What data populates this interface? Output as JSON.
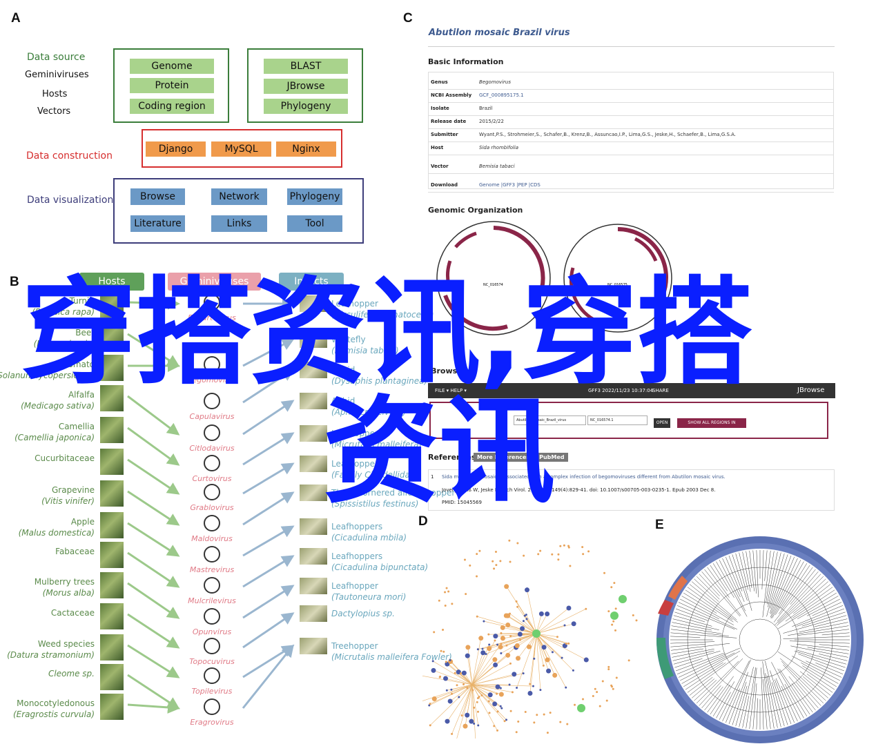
{
  "panel_labels": {
    "a": "A",
    "b": "B",
    "c": "C",
    "d": "D",
    "e": "E"
  },
  "panel_a": {
    "data_source": {
      "title": "Data source",
      "items": [
        "Geminiviruses",
        "Hosts",
        "Vectors"
      ]
    },
    "source_box1": [
      "Genome",
      "Protein",
      "Coding region"
    ],
    "source_box2": [
      "BLAST",
      "JBrowse",
      "Phylogeny"
    ],
    "data_construction": {
      "title": "Data construction",
      "items": [
        "Django",
        "MySQL",
        "Nginx"
      ]
    },
    "data_visualization": {
      "title": "Data visualization",
      "items": [
        "Browse",
        "Network",
        "Phylogeny",
        "Literature",
        "Links",
        "Tool"
      ]
    },
    "colors": {
      "green": "#3a7d3a",
      "red": "#d62e2e",
      "navy": "#3d3d7a",
      "chip_green": "#a9d38c",
      "chip_orange": "#f09a4b",
      "chip_blue": "#6b99c6"
    }
  },
  "panel_b": {
    "headers": {
      "hosts": "Hosts",
      "gemini": "Geminiviruses",
      "insects": "Insects"
    },
    "hosts": [
      {
        "name": "Turnip",
        "latin": "(Brassica rapa)"
      },
      {
        "name": "Beet",
        "latin": "(Beta vulgaris)"
      },
      {
        "name": "Tomato",
        "latin": "(Solanum lycopersicum)"
      },
      {
        "name": "Alfalfa",
        "latin": "(Medicago sativa)"
      },
      {
        "name": "Camellia",
        "latin": "(Camellia japonica)"
      },
      {
        "name": "Cucurbitaceae",
        "latin": ""
      },
      {
        "name": "Grapevine",
        "latin": "(Vitis vinifer)"
      },
      {
        "name": "Apple",
        "latin": "(Malus domestica)"
      },
      {
        "name": "Fabaceae",
        "latin": ""
      },
      {
        "name": "Mulberry trees",
        "latin": "(Morus alba)"
      },
      {
        "name": "Cactaceae",
        "latin": ""
      },
      {
        "name": "Weed species",
        "latin": "(Datura stramonium)"
      },
      {
        "name": "",
        "latin": "Cleome sp."
      },
      {
        "name": "Monocotyledonous",
        "latin": "(Eragrostis curvula)"
      }
    ],
    "viruses": [
      "Becurtovirus",
      "Begomovirus",
      "Capulavirus",
      "Citlodavirus",
      "Curtovirus",
      "Grablovirus",
      "Maldovirus",
      "Mastrevirus",
      "Mulcrilevirus",
      "Opunvirus",
      "Topocuvirus",
      "Topilevirus",
      "Eragrovirus"
    ],
    "insects": [
      {
        "name": "Leafhopper",
        "latin": "(Circulifer haematoceps)"
      },
      {
        "name": "Whitefly",
        "latin": "(Bemisia tabaci)"
      },
      {
        "name": "Aphid",
        "latin": "(Dysaphis plantaginea)"
      },
      {
        "name": "Aphid",
        "latin": "(Aphis craccivora)"
      },
      {
        "name": "Leafhopper",
        "latin": "(Micrutalis malleifera)"
      },
      {
        "name": "Leafhopper",
        "latin": "(Family Cicadellidae)"
      },
      {
        "name": "Three-cornered alfalfa hopper",
        "latin": "(Spissistilus festinus)"
      },
      {
        "name": "Leafhoppers",
        "latin": "(Cicadulina mbila)"
      },
      {
        "name": "Leafhoppers",
        "latin": "(Cicadulina bipunctata)"
      },
      {
        "name": "Leafhopper",
        "latin": "(Tautoneura mori)"
      },
      {
        "name": "",
        "latin": "Dactylopius sp."
      },
      {
        "name": "Treehopper",
        "latin": "(Micrutalis malleifera Fowler)"
      }
    ],
    "colors": {
      "hosts_header": "#5fa05a",
      "gemini_header": "#eaa0aa",
      "insects_header": "#7cb0c2",
      "host_text": "#5a8a4a",
      "virus_text": "#e07a86",
      "insect_text": "#6aa7bd"
    }
  },
  "panel_c": {
    "title": "Abutilon mosaic Brazil virus",
    "basic_info": "Basic Information",
    "rows": [
      {
        "k": "Genus",
        "v": "Begomovirus"
      },
      {
        "k": "NCBI Assembly",
        "v": "GCF_000895175.1"
      },
      {
        "k": "Isolate",
        "v": "Brazil"
      },
      {
        "k": "Release date",
        "v": "2015/2/22"
      },
      {
        "k": "Submitter",
        "v": "Wyant,P.S., Strohmeier,S., Schafer,B., Krenz,B., Assuncao,I.P., Lima,G.S., Jeske,H., Schaefer,B., Lima,G.S.A."
      },
      {
        "k": "Host",
        "v": "Sida rhombifolia"
      },
      {
        "k": "Vector",
        "v": "Bemisia tabaci"
      },
      {
        "k": "Download",
        "v": "Genome |GFF3 |PEP |CDS"
      }
    ],
    "genomic": "Genomic Organization",
    "circle1_label": "NC_016574",
    "circle2_label": "NC_016575",
    "jbrowse_title": "JBrowse",
    "jb_menu": "FILE ▾    HELP ▾",
    "jb_stamp": "GFF3 2022/11/23 10:37:04",
    "jb_share": "SHARE",
    "jb_brand": "JBrowse",
    "jb_assembly": "Abutilon_mosaic_Brazil_virus",
    "jb_locus": "NC_016574.1",
    "jb_open": "OPEN",
    "jb_show": "SHOW ALL REGIONS IN ASSEMBLY",
    "ref_title": "References",
    "ref_more": "More References in PubMed",
    "ref_num": "1",
    "ref_line1": "Sida micrantha mosaic is associated with a complex infection of begomoviruses different from Abutilon mosaic virus.",
    "ref_line2": "Jovel J, Preiß W, Jeske H. Arch Virol. 2004 Apr;149(4):829-41. doi: 10.1007/s00705-003-0235-1. Epub 2003 Dec 8.",
    "ref_line3": "PMID: 15045569",
    "colors": {
      "title": "#3d5a8f",
      "maroon": "#8a2548"
    }
  },
  "watermark": {
    "line1": "穿搭资讯,穿搭",
    "line2": "资讯",
    "color": "#0a1fff"
  }
}
